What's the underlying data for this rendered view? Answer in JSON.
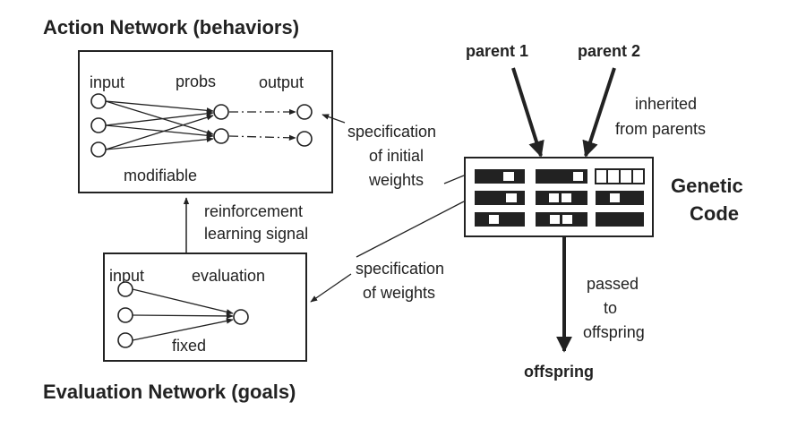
{
  "titles": {
    "action_network": "Action Network (behaviors)",
    "evaluation_network": "Evaluation Network (goals)"
  },
  "action_box": {
    "input": "input",
    "probs": "probs",
    "output": "output",
    "modifiable": "modifiable"
  },
  "evaluation_box": {
    "input": "input",
    "evaluation": "evaluation",
    "fixed": "fixed"
  },
  "labels": {
    "reinforcement_line1": "reinforcement",
    "reinforcement_line2": "learning signal",
    "initial_line1": "specification",
    "initial_line2": "of initial",
    "initial_line3": "weights",
    "weights_line1": "specification",
    "weights_line2": "of weights",
    "inherited_line1": "inherited",
    "inherited_line2": "from parents",
    "passed_line1": "passed",
    "passed_line2": "to",
    "passed_line3": "offspring"
  },
  "genetic": {
    "parent1": "parent 1",
    "parent2": "parent 2",
    "code_line1": "Genetic",
    "code_line2": "Code",
    "offspring": "offspring"
  },
  "colors": {
    "ink": "#222222",
    "background": "#ffffff"
  }
}
